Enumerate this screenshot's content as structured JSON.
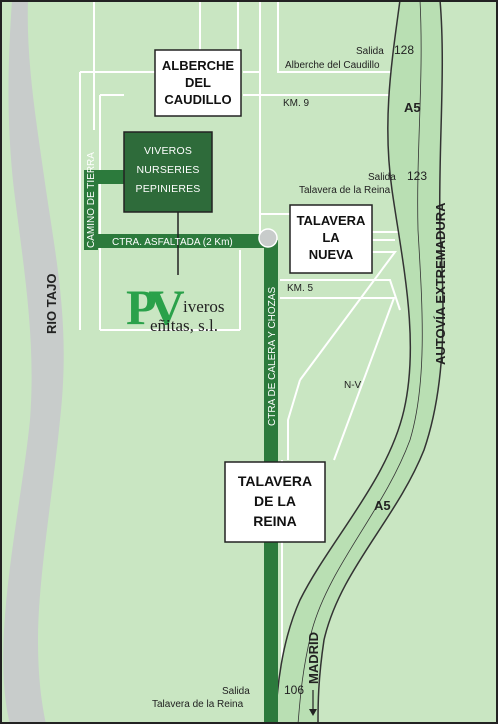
{
  "colors": {
    "background": "#c9e6c2",
    "border": "#222222",
    "river": "#c8cccb",
    "highway_fill": "#b9dfb3",
    "highway_edge": "#333333",
    "minor_road": "#ffffff",
    "green_road": "#2c7a3c",
    "nursery_box": "#2e6b3a",
    "brand_green": "#2aa14a",
    "town_box": "#ffffff",
    "text": "#222222"
  },
  "labels": {
    "river": "RIO TAJO",
    "highway_name": "AUTOVÍA EXTREMADURA",
    "highway_code_top": "A5",
    "highway_code_bottom": "A5",
    "destination": "MADRID",
    "old_road": "N-V",
    "dirt_road": "CAMINO DE TIERRA",
    "paved_road": "CTRA. ASFALTADA (2 Km)",
    "calera_road": "CTRA DE CALERA Y CHOZAS",
    "km9": "KM. 9",
    "km5": "KM. 5"
  },
  "exits": [
    {
      "label": "Salida",
      "number": "128",
      "place": "Alberche del Caudillo"
    },
    {
      "label": "Salida",
      "number": "123",
      "place": "Talavera de la Reina"
    },
    {
      "label": "Salida",
      "number": "106",
      "place": "Talavera de la Reina"
    }
  ],
  "towns": {
    "alberche": [
      "ALBERCHE",
      "DEL",
      "CAUDILLO"
    ],
    "talavera_nueva": [
      "TALAVERA",
      "LA",
      "NUEVA"
    ],
    "talavera_reina": [
      "TALAVERA",
      "DE LA",
      "REINA"
    ]
  },
  "nursery": [
    "VIVEROS",
    "NURSERIES",
    "PEPINIERES"
  ],
  "logo": {
    "letters": "PV",
    "line1": "iveros",
    "line2": "eñitas, s.l."
  }
}
